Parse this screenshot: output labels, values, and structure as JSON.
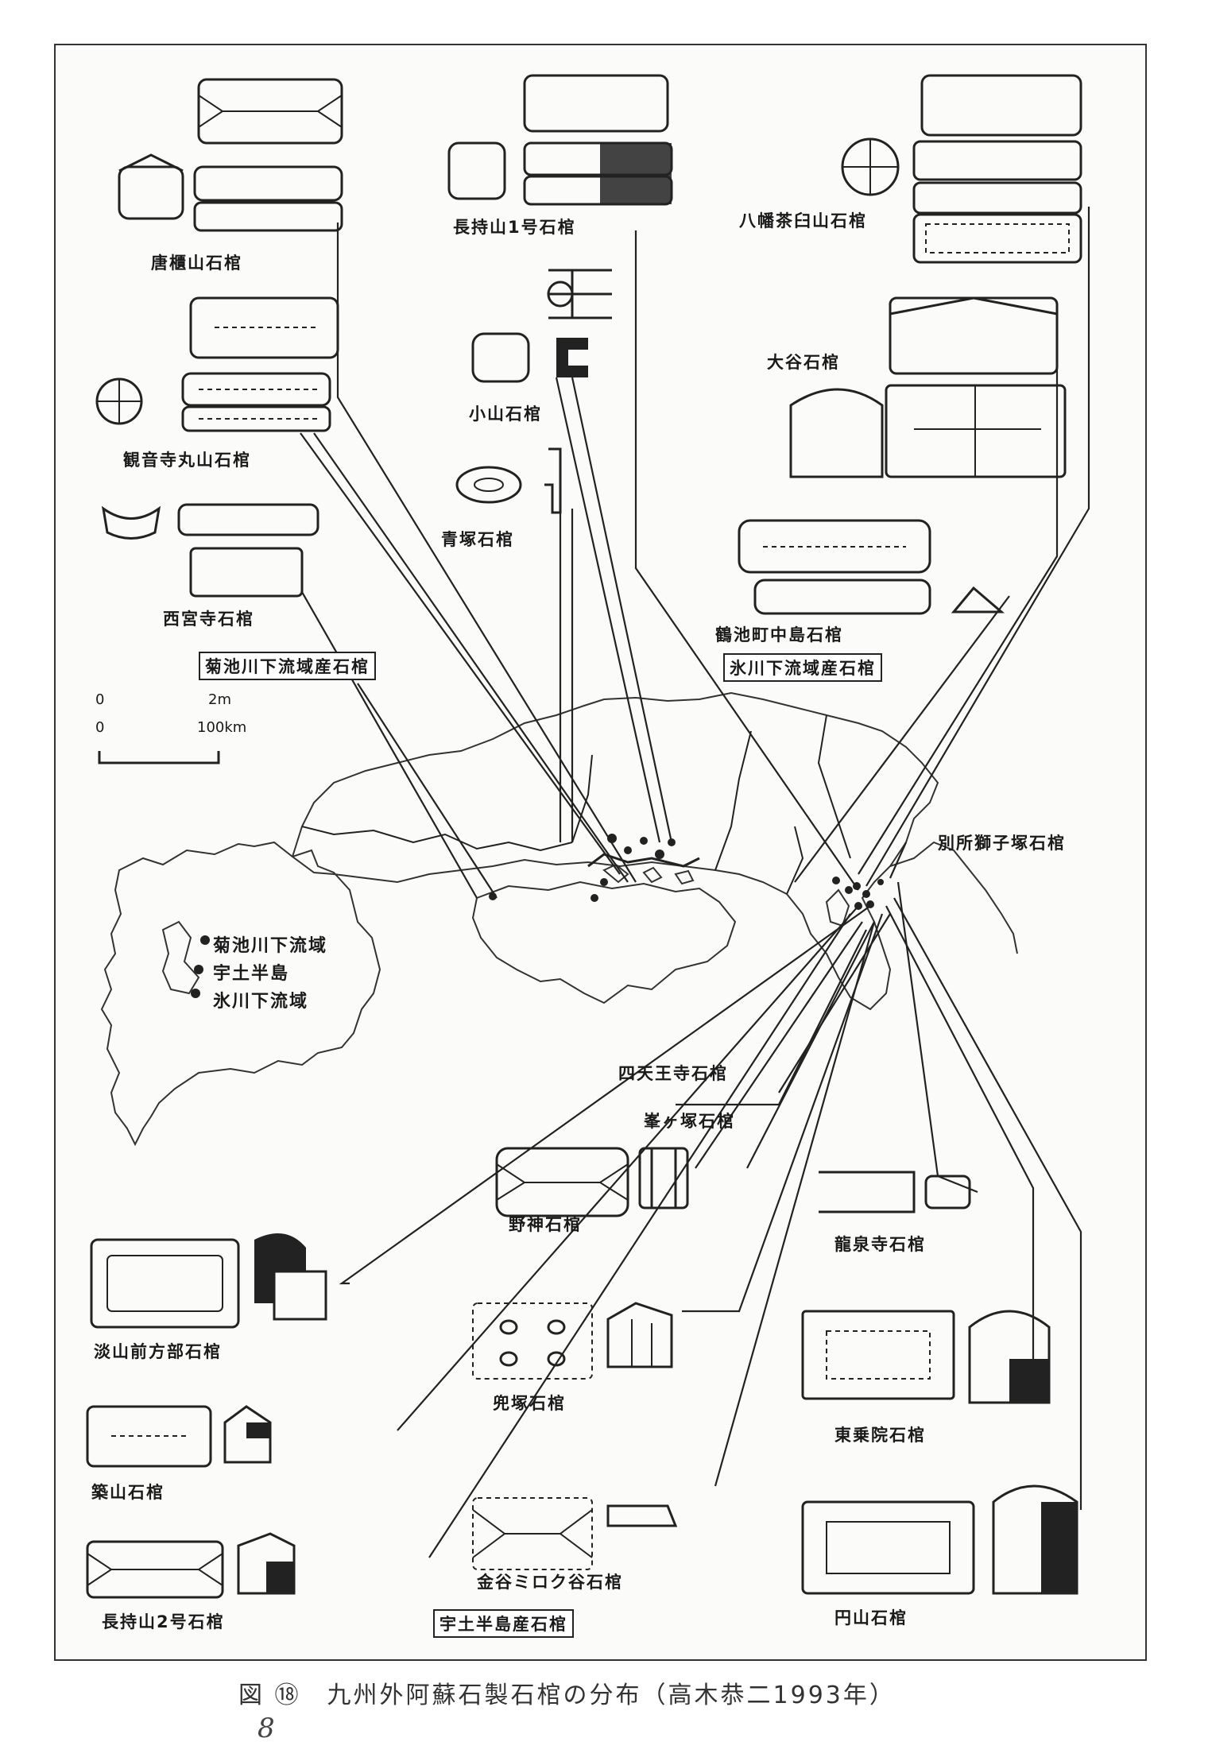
{
  "figure": {
    "caption": "図 ⑱　九州外阿蘇石製石棺の分布（高木恭二1993年）",
    "number_handwritten": "8"
  },
  "labels": {
    "kurumazukayama": "唐櫃山石棺",
    "nagamochiyama1": "長持山1号石棺",
    "hachiman_chausuyama": "八幡茶臼山石棺",
    "kannonji_maruyama": "観音寺丸山石棺",
    "koyama": "小山石棺",
    "otani": "大谷石棺",
    "aozuka": "青塚石棺",
    "sainenji": "西宮寺石棺",
    "tsuruchicho_nakajima": "鶴池町中島石棺",
    "group_kikuchi": "菊池川下流域産石棺",
    "group_hikawa": "氷川下流域産石棺",
    "group_uto": "宇土半島産石棺",
    "bessho_shishizuka": "別所獅子塚石棺",
    "shitennoji": "四天王寺石棺",
    "mineagatsuka": "峯ヶ塚石棺",
    "nogami": "野神石棺",
    "ryusenji": "龍泉寺石棺",
    "usuyama_zenpobu": "淡山前方部石棺",
    "kabutozuka": "兜塚石棺",
    "toujouin": "東乗院石棺",
    "tsukiyama": "築山石棺",
    "kanaya_mirokudani": "金谷ミロク谷石棺",
    "nagamochiyama2": "長持山2号石棺",
    "maruyama": "円山石棺",
    "source_kikuchi": "菊池川下流域",
    "source_uto": "宇土半島",
    "source_hikawa": "氷川下流域"
  },
  "scale": {
    "zero_top": "0",
    "two_m": "2m",
    "zero_bottom": "0",
    "km": "100km"
  }
}
